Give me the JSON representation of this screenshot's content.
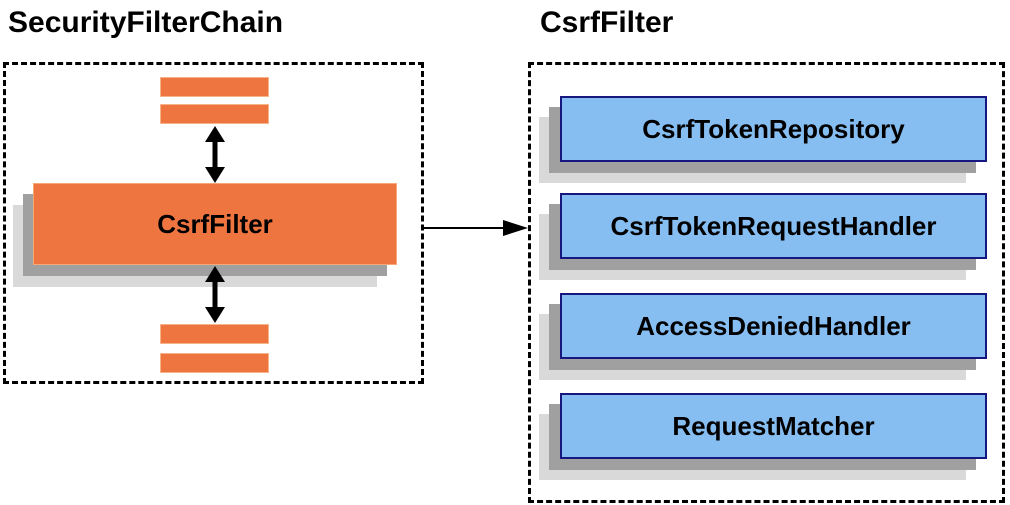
{
  "diagram": {
    "left_panel": {
      "title": "SecurityFilterChain",
      "filter_box_label": "CsrfFilter"
    },
    "right_panel": {
      "title": "CsrfFilter",
      "components": [
        {
          "label": "CsrfTokenRepository"
        },
        {
          "label": "CsrfTokenRequestHandler"
        },
        {
          "label": "AccessDeniedHandler"
        },
        {
          "label": "RequestMatcher"
        }
      ]
    },
    "colors": {
      "orange_fill": "#EF7540",
      "blue_fill": "#87BEF2",
      "blue_border": "#17177F",
      "shadow_dark": "#A0A0A0",
      "shadow_light": "#D9D9D9",
      "line": "#000000"
    }
  }
}
